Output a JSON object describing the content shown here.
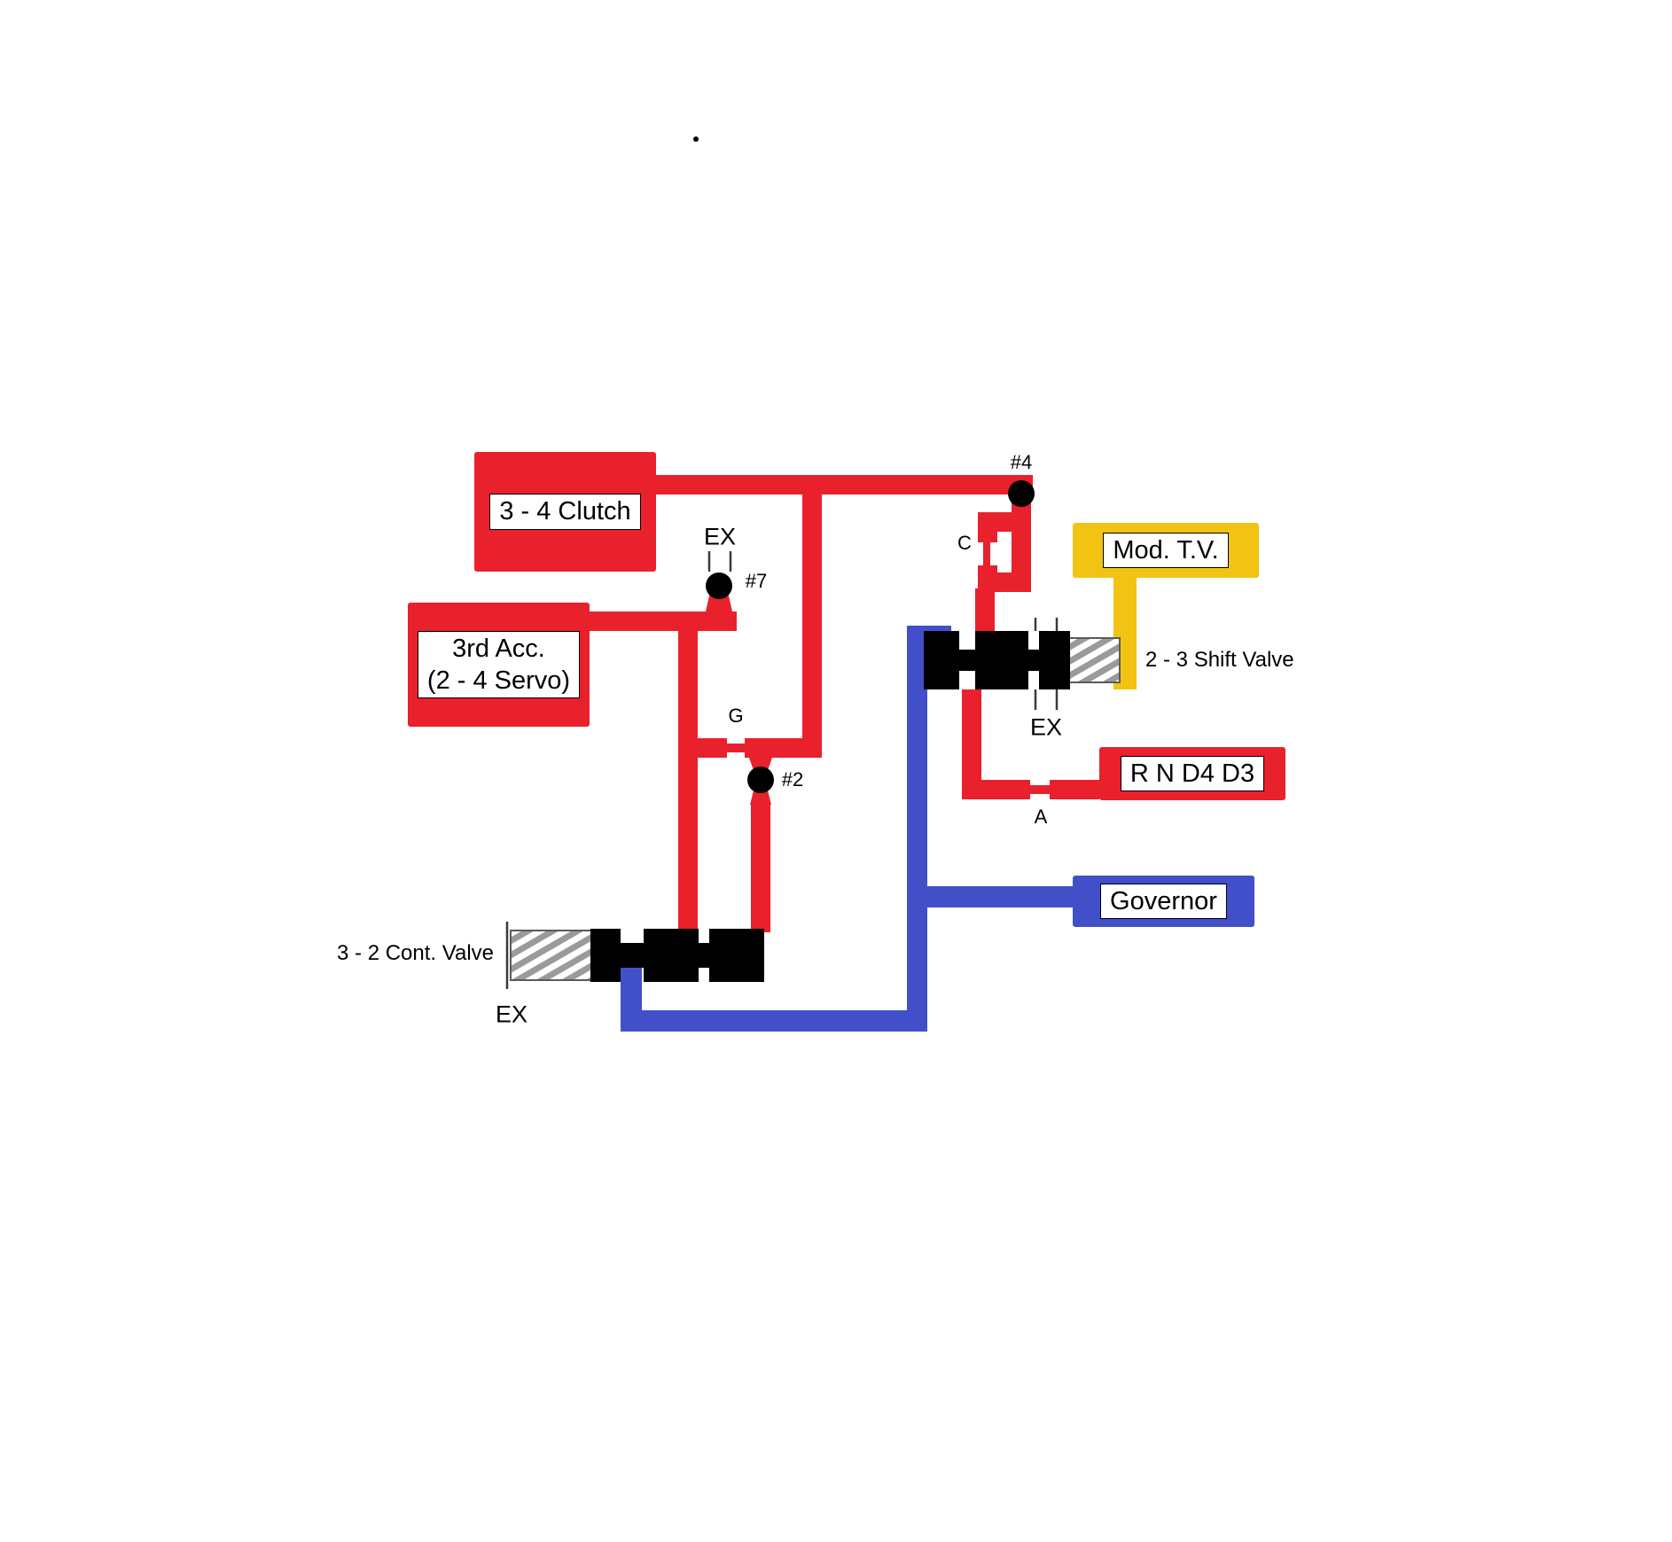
{
  "colors": {
    "red": "#e8212d",
    "blue": "#4150c8",
    "yellow": "#f2c313",
    "black": "#000000"
  },
  "boxes": {
    "clutch_3_4": {
      "label": "3 - 4 Clutch"
    },
    "acc_3rd": {
      "label_line1": "3rd Acc.",
      "label_line2": "(2 - 4 Servo)"
    },
    "mod_tv": {
      "label": "Mod. T.V."
    },
    "r_n_d4_d3": {
      "label": "R N D4 D3"
    },
    "governor": {
      "label": "Governor"
    }
  },
  "labels": {
    "ex_checkball_7": "EX",
    "checkball_7": "#7",
    "checkball_4": "#4",
    "checkball_2": "#2",
    "orifice_c": "C",
    "orifice_g": "G",
    "orifice_a": "A",
    "shift_valve_2_3": "2 - 3 Shift Valve",
    "ex_shift_valve": "EX",
    "cont_valve_3_2": "3 - 2 Cont. Valve",
    "ex_cont_valve": "EX"
  }
}
